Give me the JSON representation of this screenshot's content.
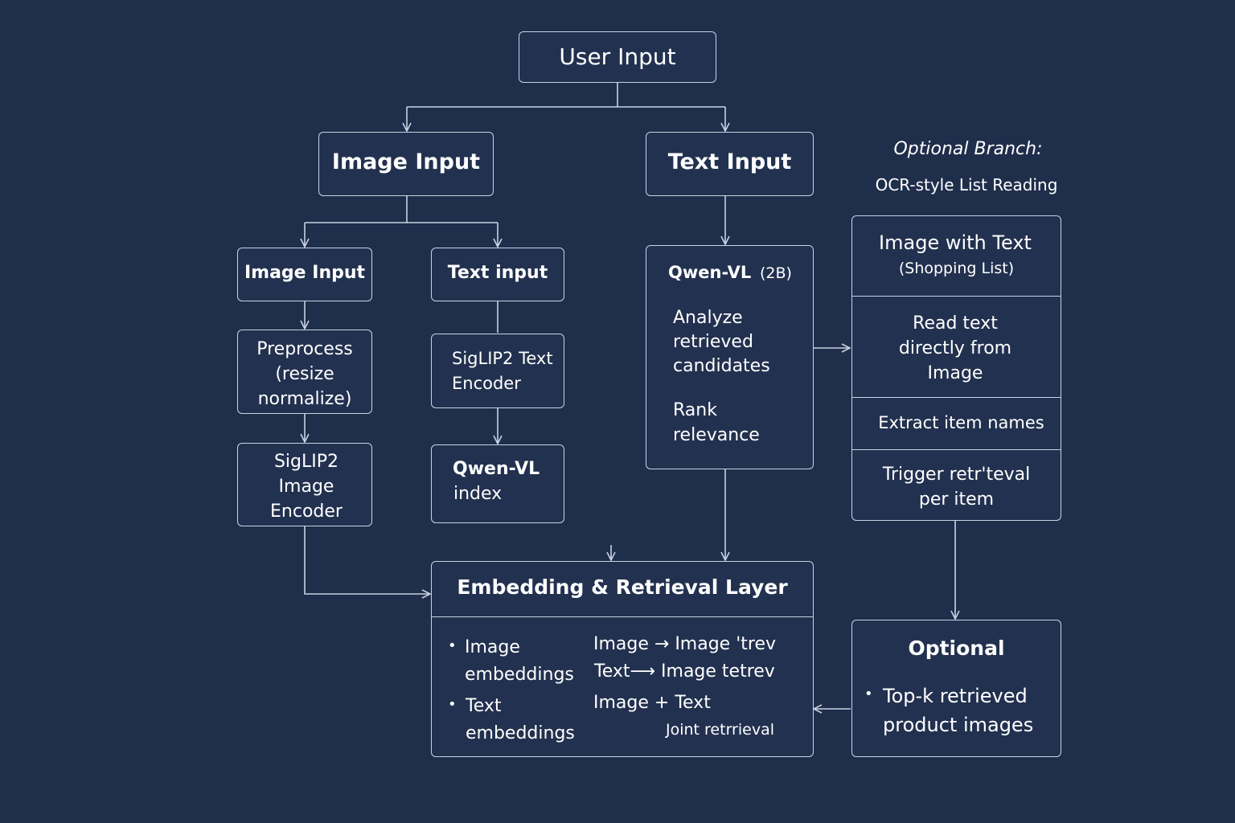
{
  "colors": {
    "background": "#1f2e4b",
    "node_fill": "#22314f",
    "stroke": "#c9d2e3",
    "text": "#ffffff"
  },
  "nodes": {
    "user_input": "User Input",
    "image_input_main": "Image Input",
    "text_input_main": "Text Input",
    "image_input_sub": "Image Input",
    "text_input_sub": "Text input",
    "preprocess": "Preprocess\n(resize\nnormalize)",
    "siglip2_image_encoder": "SigLIP2\nImage\nEncoder",
    "siglip2_text_encoder": "SigLIP2 Text\nEncoder",
    "qwen_vl_index": {
      "title": "Qwen-VL",
      "sub": "index"
    },
    "qwen_vl_2b": {
      "title": "Qwen-VL",
      "size": "(2B)",
      "analyze": "Analyze\nretrieved\ncandidates",
      "rank": "Rank\nrelevance"
    },
    "optional_branch": {
      "heading": "Optional Branch:",
      "subheading": "OCR-style List Reading",
      "image_with_text": "Image with Text",
      "shopping_list": "(Shopping List)",
      "read_text": "Read text\ndirectly from\nImage",
      "extract_names": "Extract item names",
      "trigger_retrieval": "Trigger retr'teval\nper item"
    },
    "embedding_layer": {
      "title": "Embedding & Retrieval Layer",
      "bullet_image_embeddings": "Image\nembeddings",
      "bullet_text_embeddings": "Text\nembeddings",
      "image_to_image": "Image → Image 'trev",
      "text_to_image": "Text⟶ Image tetrev",
      "image_plus_text": "Image + Text",
      "joint_retrieval": "Joint retrrieval"
    },
    "optional_output": {
      "title": "Optional",
      "bullet": "Top-k retrieved\nproduct images"
    }
  }
}
